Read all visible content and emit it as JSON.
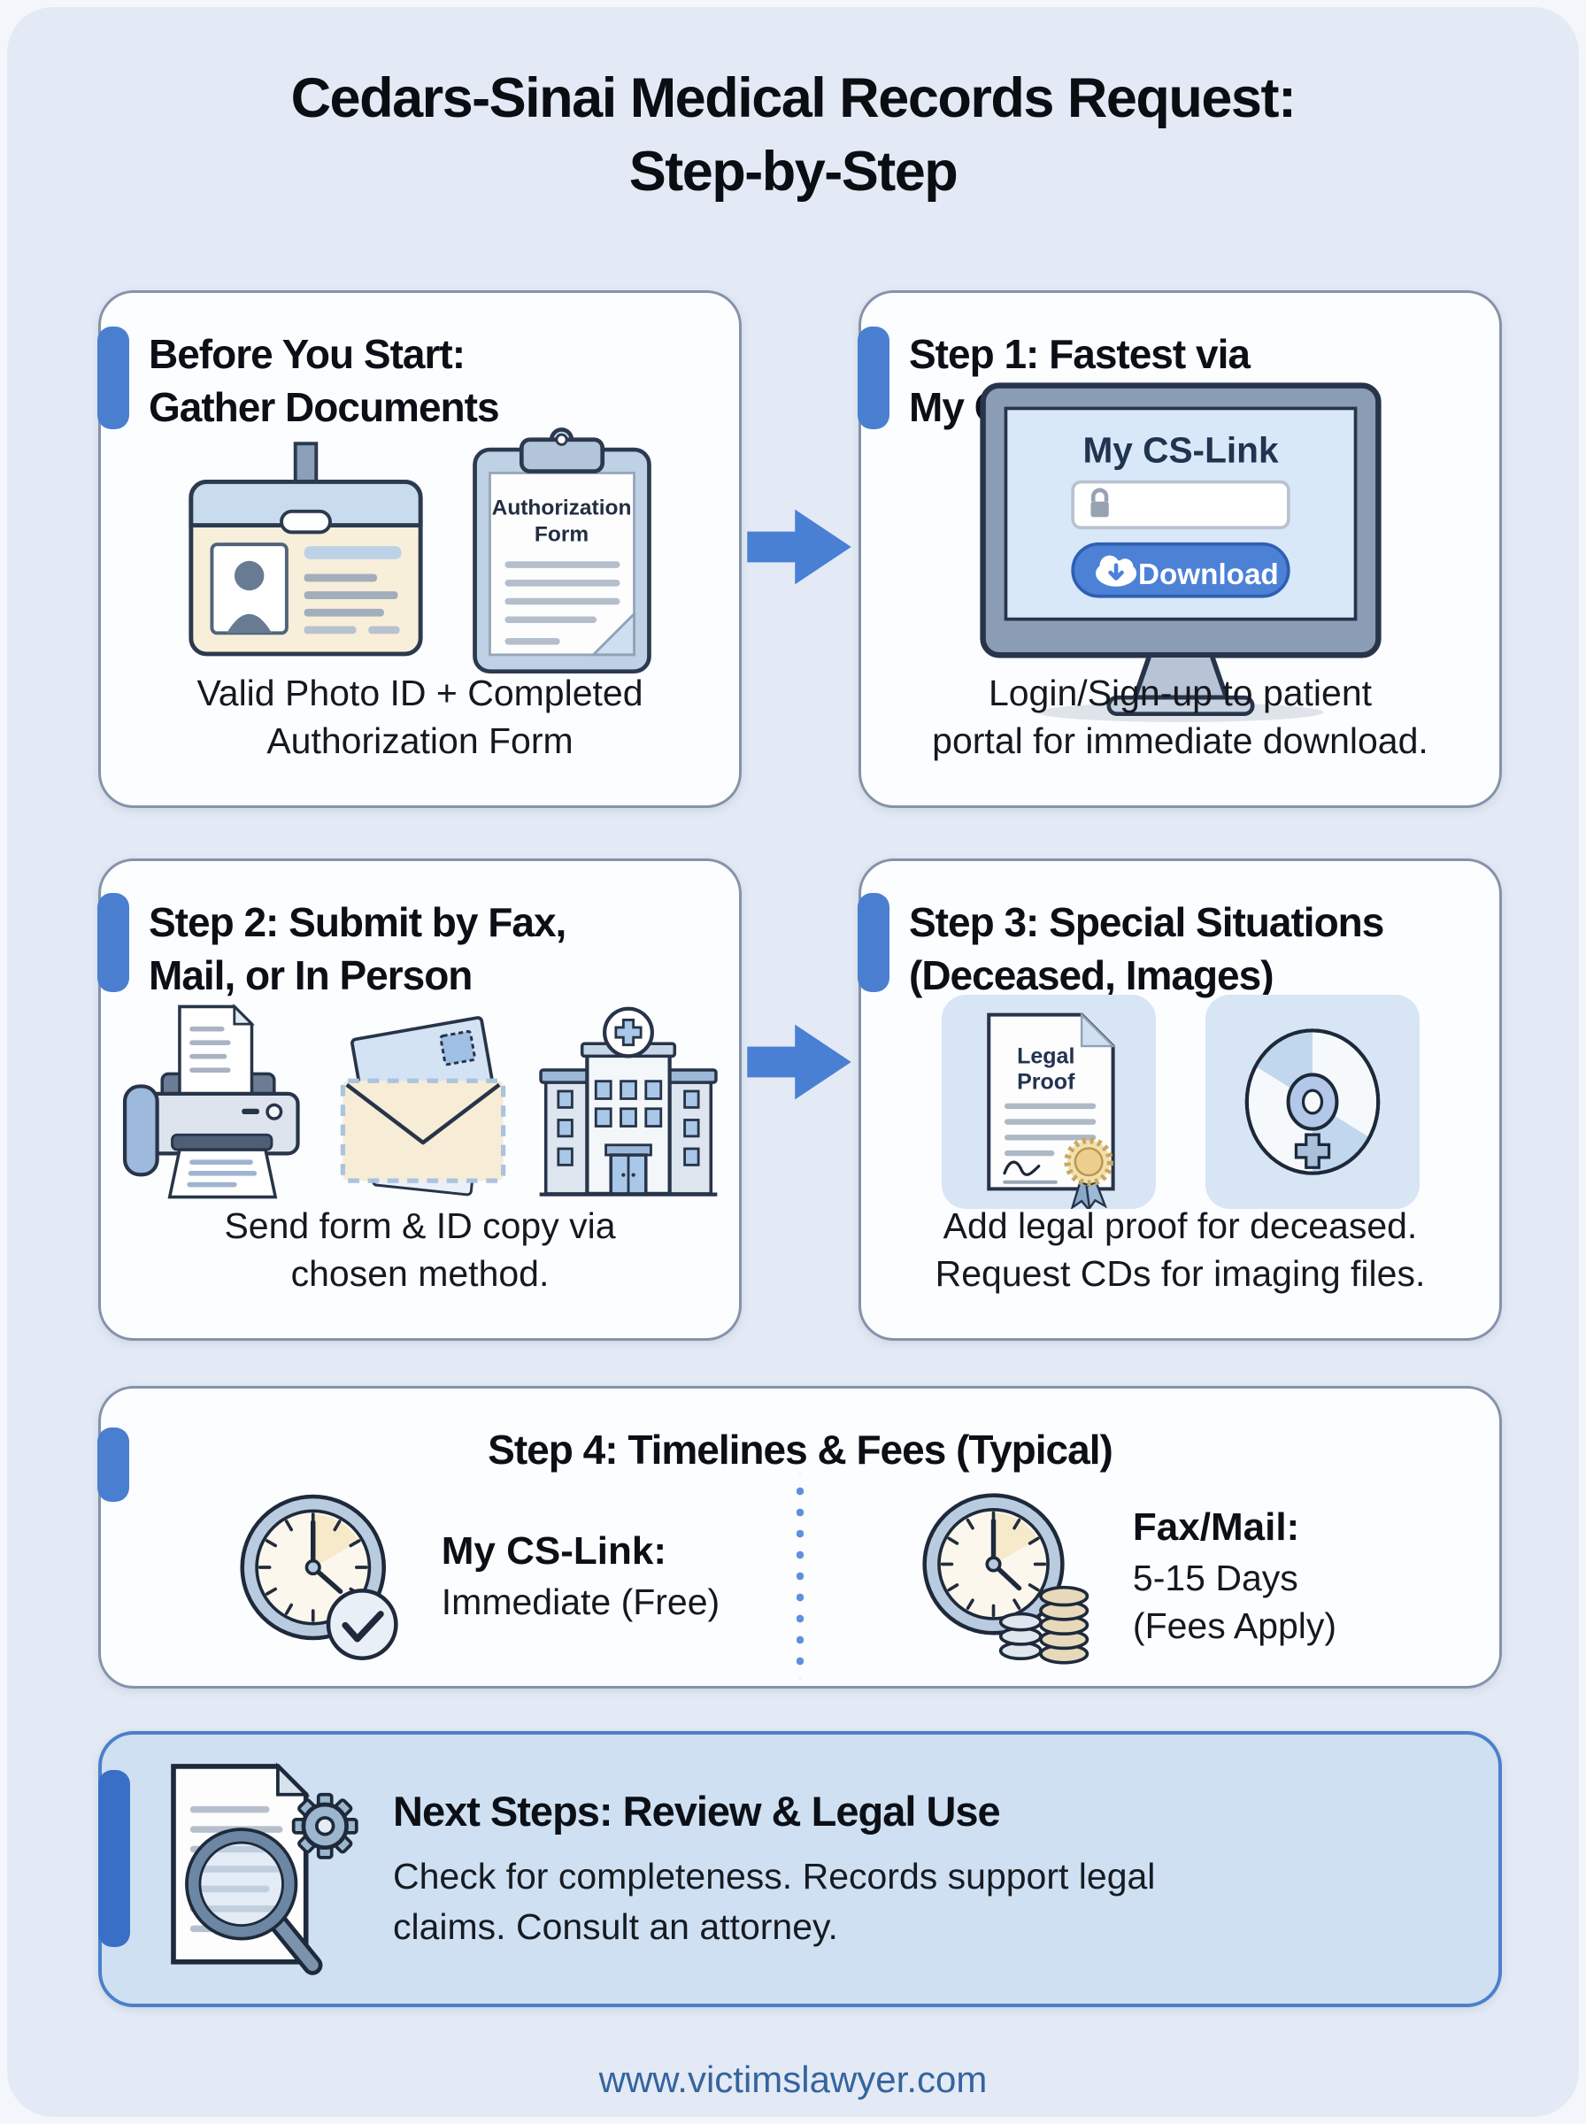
{
  "colors": {
    "page_background": "#e3eaf5",
    "card_background": "#fcfdff",
    "card_border": "#8593a9",
    "accent_tab_blue": "#4a7fd0",
    "arrow_blue": "#4a80d4",
    "next_card_background": "#cfe0f2",
    "next_card_border": "#4c80cc",
    "footer_link_blue": "#35649e",
    "icon_light_blue": "#d7e5f5",
    "heading_text": "#0b0e13"
  },
  "header": {
    "title_line1": "Cedars-Sinai Medical Records Request:",
    "title_line2": "Step-by-Step"
  },
  "cards": {
    "gather": {
      "title_line1": "Before You Start:",
      "title_line2": "Gather Documents",
      "caption_line1": "Valid Photo ID + Completed",
      "caption_line2": "Authorization Form",
      "clipboard_line1": "Authorization",
      "clipboard_line2": "Form"
    },
    "step1": {
      "title_line1": "Step 1: Fastest via",
      "title_line2": "My CS-Link",
      "caption_line1": "Login/Sign-up to patient",
      "caption_line2": "portal for immediate download.",
      "monitor_title": "My CS-Link",
      "download_label": "Download"
    },
    "step2": {
      "title_line1": "Step 2: Submit by Fax,",
      "title_line2": "Mail, or In Person",
      "caption_line1": "Send form & ID copy via",
      "caption_line2": "chosen method."
    },
    "step3": {
      "title_line1": "Step 3: Special Situations",
      "title_line2": "(Deceased, Images)",
      "caption_line1": "Add legal proof for deceased.",
      "caption_line2": "Request CDs for imaging files.",
      "doc_line1": "Legal",
      "doc_line2": "Proof"
    },
    "step4": {
      "title": "Step 4: Timelines & Fees (Typical)",
      "left_label": "My CS-Link:",
      "left_value": "Immediate (Free)",
      "right_label": "Fax/Mail:",
      "right_value_line1": "5-15 Days",
      "right_value_line2": "(Fees Apply)"
    },
    "next": {
      "title": "Next Steps: Review & Legal Use",
      "body": "Check for completeness. Records support legal claims. Consult an attorney."
    }
  },
  "footer": {
    "url": "www.victimslawyer.com"
  }
}
